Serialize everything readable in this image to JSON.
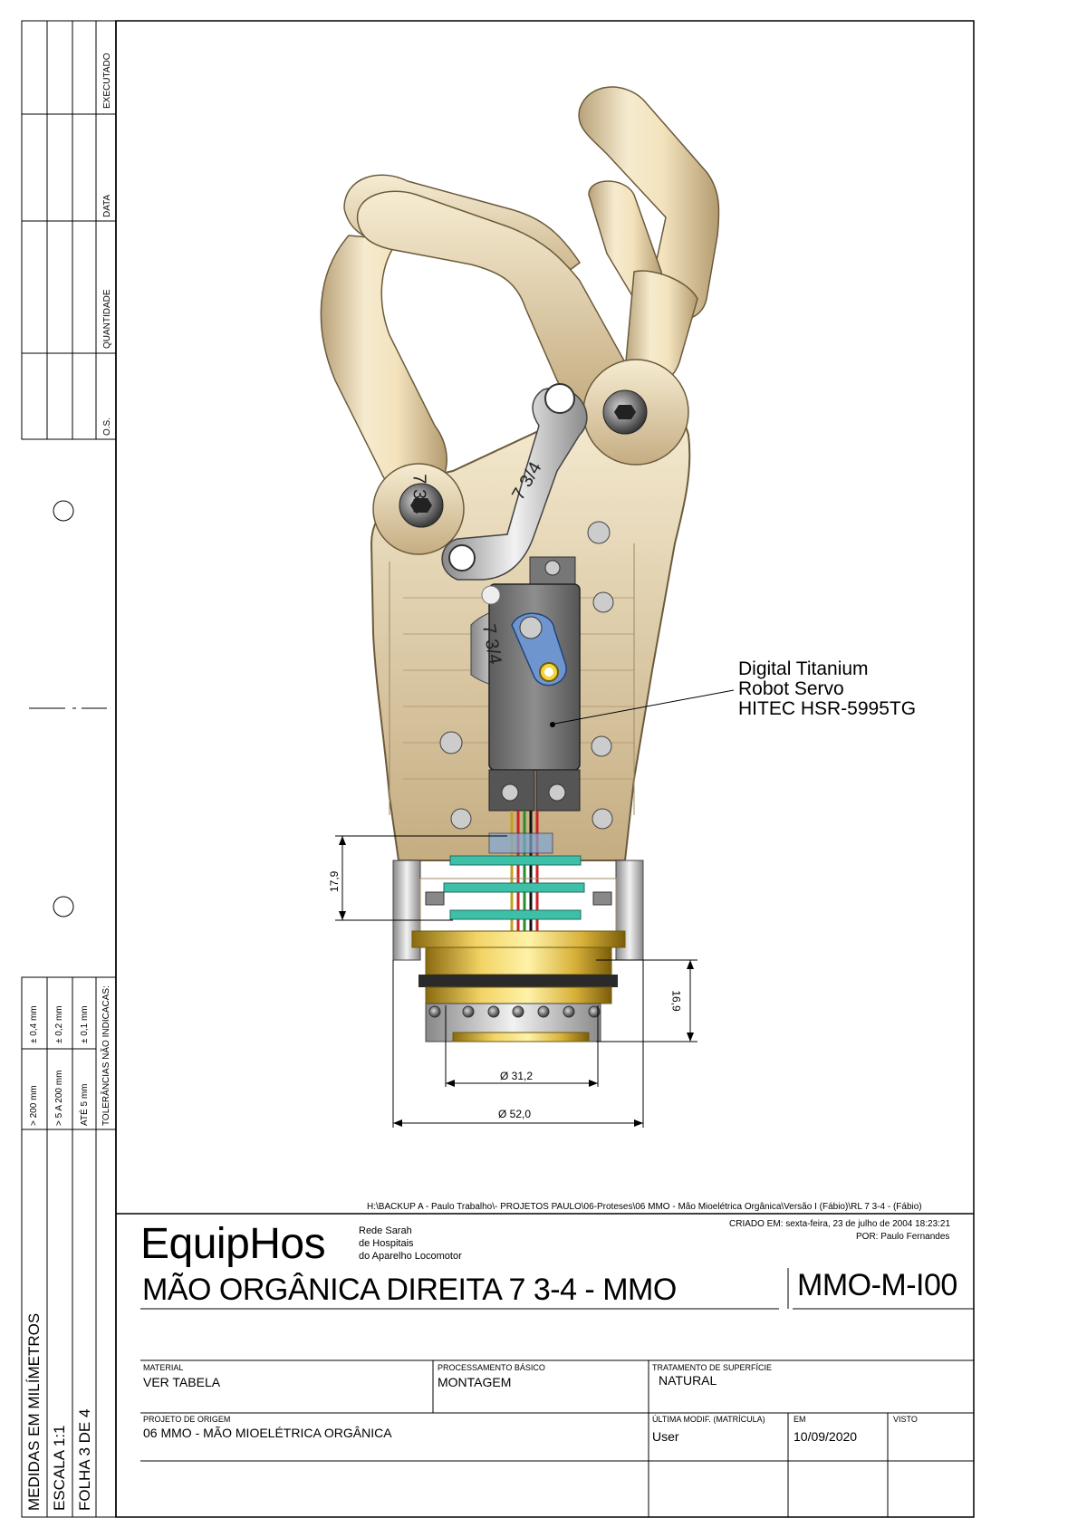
{
  "revision_block": {
    "headers": [
      "EXECUTADO",
      "DATA",
      "QUANTIDADE",
      "O.S."
    ]
  },
  "tolerances": {
    "rows": [
      {
        "range": "> 200 mm",
        "tol": "± 0,4 mm"
      },
      {
        "range": "> 5 A 200 mm",
        "tol": "± 0,2 mm"
      },
      {
        "range": "ATÉ 5 mm",
        "tol": "± 0,1 mm"
      }
    ],
    "note": "TOLERÂNCIAS NÃO INDICACAS:"
  },
  "side_info": {
    "units": "MEDIDAS EM MILÍMETROS",
    "scale": "ESCALA 1:1",
    "sheet": "FOLHA 3 DE 4"
  },
  "drawing": {
    "callout": [
      "Digital Titanium",
      "Robot Servo",
      "HITEC HSR-5995TG"
    ],
    "dims": {
      "d179": "17,9",
      "d169": "16,9",
      "d312": "Ø 31,2",
      "d520": "Ø 52,0"
    },
    "engrave": {
      "a": "7 3/4",
      "b": "7 3/4",
      "c": "7 3/4"
    }
  },
  "title_block": {
    "path": "H:\\BACKUP A - Paulo Trabalho\\- PROJETOS PAULO\\06-Proteses\\06 MMO - Mão Mioelétrica Orgânica\\Versão I (Fábio)\\RL 7 3-4 - (Fábio)",
    "logo": "EquipHos",
    "org": [
      "Rede Sarah",
      "de Hospitais",
      "do Aparelho Locomotor"
    ],
    "created": "CRIADO EM: sexta-feira, 23 de julho de 2004 18:23:21",
    "author": "POR: Paulo Fernandes",
    "title": "MÃO ORGÂNICA DIREITA 7 3-4 - MMO",
    "code": "MMO-M-I00",
    "fields": {
      "material_label": "MATERIAL",
      "material": "VER TABELA",
      "process_label": "PROCESSAMENTO BÁSICO",
      "process": "MONTAGEM",
      "treatment_label": "TRATAMENTO DE SUPERFÍCIE",
      "treatment": "NATURAL",
      "origin_label": "PROJETO DE ORIGEM",
      "origin": "06 MMO - MÃO MIOELÉTRICA ORGÂNICA",
      "lastmod_label": "ÚLTIMA MODIF. (MATRÍCULA)",
      "lastmod": "User",
      "em_label": "EM",
      "em": "10/09/2020",
      "visto_label": "VISTO",
      "visto": ""
    }
  }
}
